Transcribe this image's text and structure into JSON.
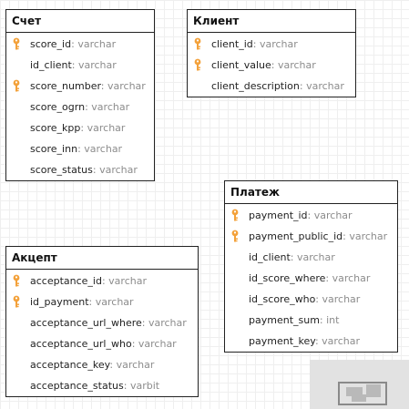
{
  "entities": [
    {
      "title": "Счет",
      "attributes": [
        {
          "name": "score_id",
          "type": "varchar",
          "key": true
        },
        {
          "name": "id_client",
          "type": "varchar",
          "key": false
        },
        {
          "name": "score_number",
          "type": "varchar",
          "key": true
        },
        {
          "name": "score_ogrn",
          "type": "varchar",
          "key": false
        },
        {
          "name": "score_kpp",
          "type": "varchar",
          "key": false
        },
        {
          "name": "score_inn",
          "type": "varchar",
          "key": false
        },
        {
          "name": "score_status",
          "type": "varchar",
          "key": false
        }
      ]
    },
    {
      "title": "Клиент",
      "attributes": [
        {
          "name": "client_id",
          "type": "varchar",
          "key": true
        },
        {
          "name": "client_value",
          "type": "varchar",
          "key": true
        },
        {
          "name": "client_description",
          "type": "varchar",
          "key": false
        }
      ]
    },
    {
      "title": "Платеж",
      "attributes": [
        {
          "name": "payment_id",
          "type": "varchar",
          "key": true
        },
        {
          "name": "payment_public_id",
          "type": "varchar",
          "key": true
        },
        {
          "name": "id_client",
          "type": "varchar",
          "key": false
        },
        {
          "name": "id_score_where",
          "type": "varchar",
          "key": false
        },
        {
          "name": "id_score_who",
          "type": "varchar",
          "key": false
        },
        {
          "name": "payment_sum",
          "type": "int",
          "key": false
        },
        {
          "name": "payment_key",
          "type": "varchar",
          "key": false
        }
      ]
    },
    {
      "title": "Акцепт",
      "attributes": [
        {
          "name": "acceptance_id",
          "type": "varchar",
          "key": true
        },
        {
          "name": "id_payment",
          "type": "varchar",
          "key": true
        },
        {
          "name": "acceptance_url_where",
          "type": "varchar",
          "key": false
        },
        {
          "name": "acceptance_url_who",
          "type": "varchar",
          "key": false
        },
        {
          "name": "acceptance_key",
          "type": "varchar",
          "key": false
        },
        {
          "name": "acceptance_status",
          "type": "varbit",
          "key": false
        }
      ]
    }
  ],
  "colors": {
    "key_icon": "#f3a13a",
    "border": "#222222",
    "type_text": "#8c8c8c"
  },
  "icons": {
    "primary_key": "key-icon"
  }
}
